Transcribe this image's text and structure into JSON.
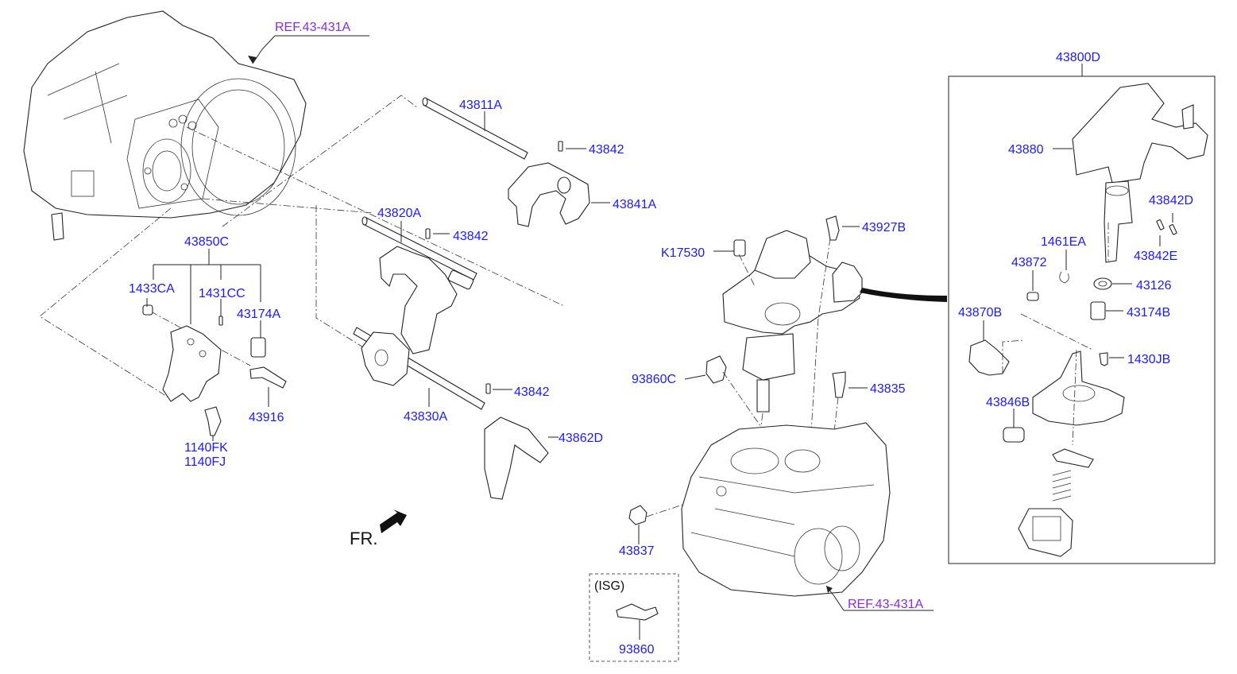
{
  "colors": {
    "part_label": "#1a1aff",
    "ref_label": "#8a2be2",
    "line": "#222222"
  },
  "labels": {
    "ref_top": "REF.43-431A",
    "ref_bottom": "REF.43-431A",
    "p43811A": "43811A",
    "p43842_a": "43842",
    "p43841A": "43841A",
    "p43820A": "43820A",
    "p43842_b": "43842",
    "p43850C": "43850C",
    "p1433CA": "1433CA",
    "p1431CC": "1431CC",
    "p43174A": "43174A",
    "p43916": "43916",
    "p1140FK": "1140FK",
    "p1140FJ": "1140FJ",
    "p43830A": "43830A",
    "p43842_c": "43842",
    "p43862D": "43862D",
    "fr": "FR.",
    "p43927B": "43927B",
    "pK17530": "K17530",
    "p93860C": "93860C",
    "p43835": "43835",
    "p43837": "43837",
    "isg": "(ISG)",
    "p93860": "93860",
    "p43800D": "43800D",
    "p43880": "43880",
    "p43842D": "43842D",
    "p1461EA": "1461EA",
    "p43872": "43872",
    "p43842E": "43842E",
    "p43126": "43126",
    "p43870B": "43870B",
    "p43174B": "43174B",
    "p1430JB": "1430JB",
    "p43846B": "43846B"
  }
}
